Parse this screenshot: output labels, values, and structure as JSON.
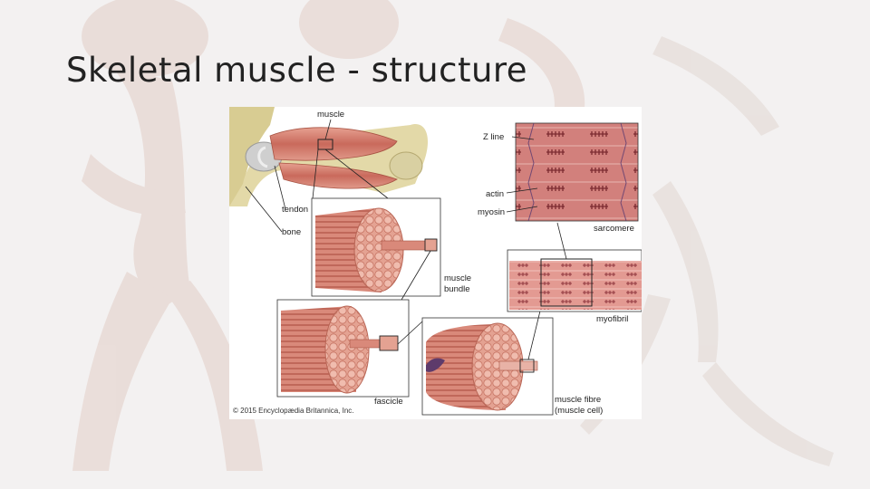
{
  "slide": {
    "title": "Skeletal muscle - structure"
  },
  "figure": {
    "labels": {
      "muscle": "muscle",
      "tendon": "tendon",
      "bone": "bone",
      "muscle_bundle_line1": "muscle",
      "muscle_bundle_line2": "bundle",
      "fascicle": "fascicle",
      "muscle_fibre_line1": "muscle fibre",
      "muscle_fibre_line2": "(muscle cell)",
      "z_line": "Z line",
      "actin": "actin",
      "myosin": "myosin",
      "sarcomere": "sarcomere",
      "myofibril": "myofibril"
    },
    "copyright": "© 2015 Encyclopædia Britannica, Inc."
  },
  "colors": {
    "muscle": "#d98573",
    "muscle_dark": "#b85a4c",
    "bone": "#ddd2a0",
    "sarcomere_bg": "#d2807c",
    "actin_myosin": "#7a2a30"
  }
}
